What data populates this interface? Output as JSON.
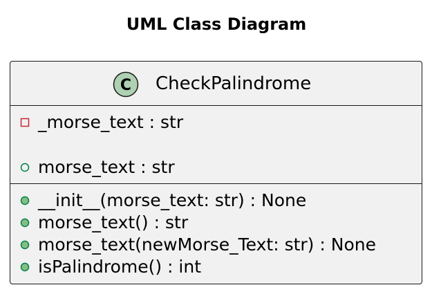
{
  "diagram": {
    "title": "UML Class Diagram"
  },
  "class": {
    "stereotype_letter": "C",
    "name": "CheckPalindrome",
    "fields": [
      {
        "visibility": "private",
        "text": "_morse_text : str"
      },
      {
        "visibility": "public",
        "text": "morse_text : str"
      }
    ],
    "methods": [
      {
        "visibility": "public",
        "text": "__init__(morse_text: str) : None"
      },
      {
        "visibility": "public",
        "text": "morse_text() : str"
      },
      {
        "visibility": "public",
        "text": "morse_text(newMorse_Text: str) : None"
      },
      {
        "visibility": "public",
        "text": "isPalindrome() : int"
      }
    ]
  },
  "colors": {
    "box_fill": "#f1f1f1",
    "border": "#181818",
    "class_icon_fill": "#add1b2",
    "private_marker": "#c82930",
    "public_field_marker": "#038048",
    "public_method_fill": "#84be84"
  }
}
